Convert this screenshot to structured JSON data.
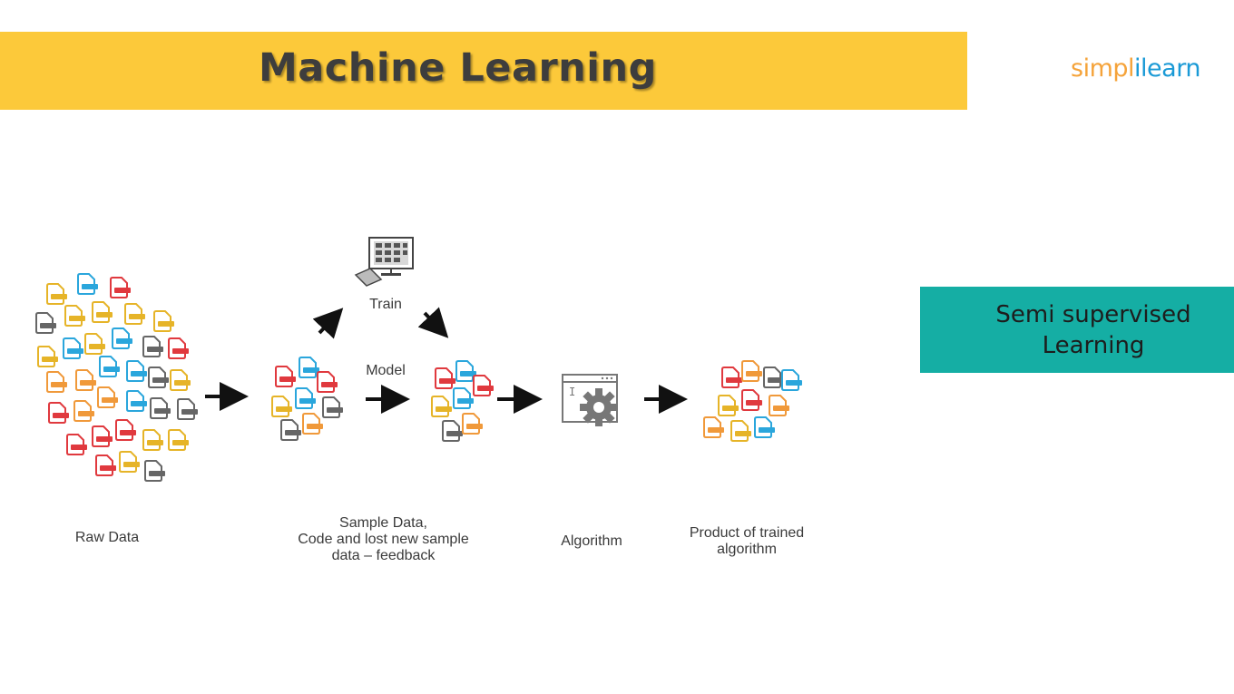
{
  "header": {
    "title": "Machine Learning",
    "bar_color": "#fcc93a"
  },
  "logo": {
    "part1": "simpl",
    "part2": "i",
    "part3": "learn"
  },
  "callout": {
    "line1": "Semi supervised",
    "line2": "Learning",
    "color": "#15aea4"
  },
  "diagram": {
    "train_label": "Train",
    "model_label": "Model",
    "stages": {
      "raw": "Raw Data",
      "sample_line1": "Sample Data,",
      "sample_line2": "Code and lost new sample",
      "sample_line3": "data – feedback",
      "algorithm": "Algorithm",
      "product_line1": "Product of trained",
      "product_line2": "algorithm"
    },
    "icons": [
      "document-icon",
      "computer-icon",
      "gear-icon",
      "arrow-icon"
    ],
    "doc_colors": {
      "yellow": "#e6b428",
      "blue": "#2aa6dc",
      "red": "#e0393e",
      "orange": "#f0993a",
      "gray": "#666666"
    }
  }
}
